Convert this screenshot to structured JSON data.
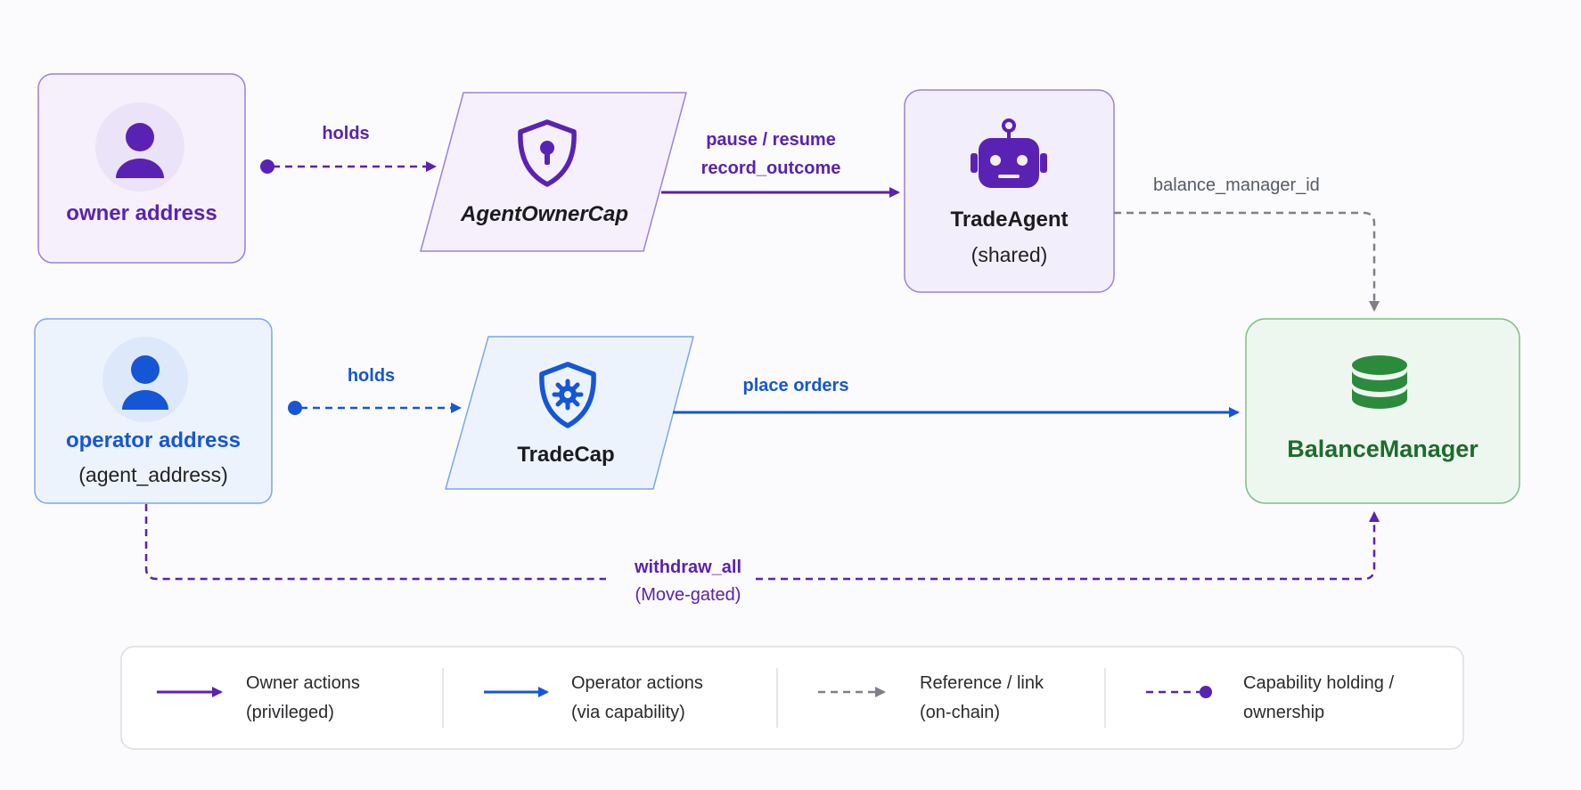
{
  "nodes": {
    "owner": {
      "title": "owner address"
    },
    "agent_owner_cap": {
      "title": "AgentOwnerCap"
    },
    "trade_agent": {
      "title": "TradeAgent",
      "subtitle": "(shared)"
    },
    "operator": {
      "title": "operator address",
      "subtitle": "(agent_address)"
    },
    "trade_cap": {
      "title": "TradeCap"
    },
    "balance_manager": {
      "title": "BalanceManager"
    }
  },
  "edges": {
    "owner_holds": "holds",
    "owner_actions_line1": "pause / resume",
    "owner_actions_line2": "record_outcome",
    "balance_manager_ref": "balance_manager_id",
    "operator_holds": "holds",
    "place_orders": "place orders",
    "withdraw_line1": "withdraw_all",
    "withdraw_line2": "(Move-gated)"
  },
  "legend": [
    {
      "line1": "Owner actions",
      "line2": "(privileged)"
    },
    {
      "line1": "Operator actions",
      "line2": "(via capability)"
    },
    {
      "line1": "Reference / link",
      "line2": "(on-chain)"
    },
    {
      "line1": "Capability holding /",
      "line2": "ownership"
    }
  ],
  "colors": {
    "owner_purple": "#5a22b3",
    "operator_blue": "#1556d6",
    "reference_gray": "#7d8088",
    "balance_green": "#2c8a3d"
  },
  "icons": {
    "owner": "person-icon",
    "agent_owner_cap": "shield-keyhole-icon",
    "trade_agent": "robot-icon",
    "operator": "person-icon",
    "trade_cap": "shield-gear-icon",
    "balance_manager": "database-icon"
  }
}
